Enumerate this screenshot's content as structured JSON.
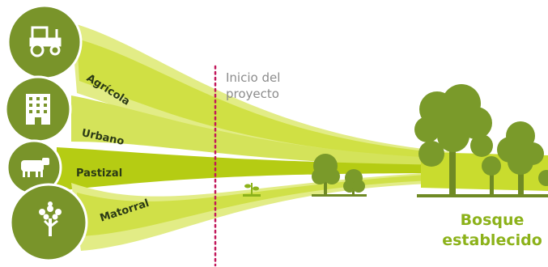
{
  "sources": [
    {
      "label": "Agrícola",
      "icon": "tractor-icon"
    },
    {
      "label": "Urbano",
      "icon": "building-icon"
    },
    {
      "label": "Pastizal",
      "icon": "cow-icon"
    },
    {
      "label": "Matorral",
      "icon": "shrub-icon"
    }
  ],
  "marker": {
    "line1": "Inicio del",
    "line2": "proyecto"
  },
  "outcome": {
    "line1": "Bosque",
    "line2": "establecido"
  },
  "colors": {
    "circle": "#79942a",
    "band_light": "#e2ec86",
    "band_mid": "#c9dc2e",
    "band_dark": "#b5cc13",
    "tree": "#7a9a2a",
    "trunk": "#6f8a24",
    "dotted_line": "#c2185b",
    "outcome_text": "#8cb21a",
    "marker_text": "#8c8c8c"
  }
}
